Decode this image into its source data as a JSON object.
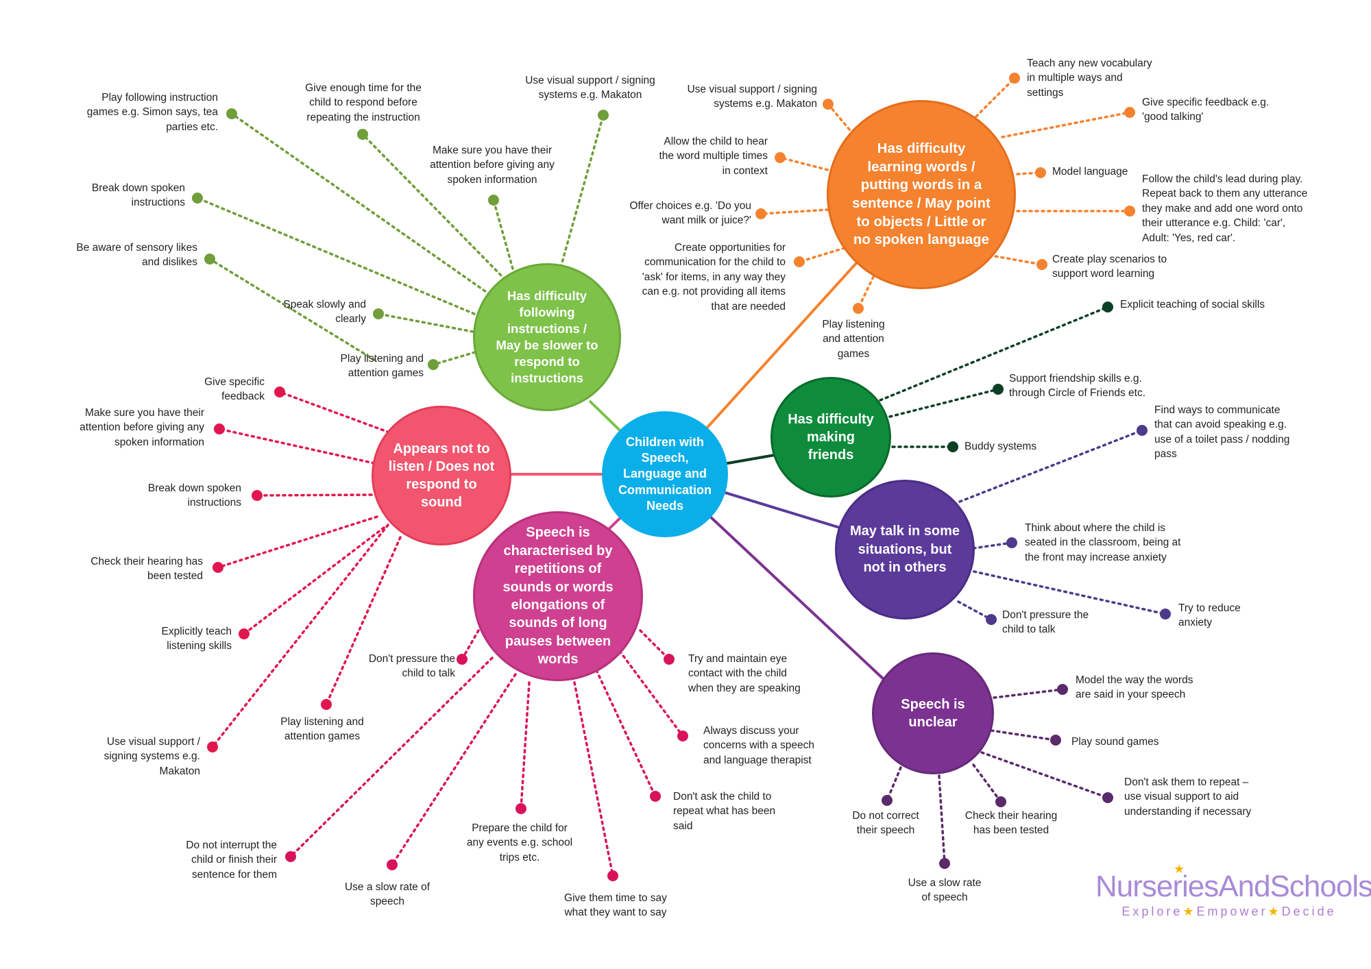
{
  "colors": {
    "center": "#0aaee8",
    "instructions": "#7ec24a",
    "instructions_dot": "#6f9e3a",
    "words": "#f5822f",
    "friends": "#0e8c3c",
    "friends_dot": "#0d3f24",
    "situations": "#5b3a9a",
    "situations_dot": "#4d3a8a",
    "unclear": "#7c3290",
    "unclear_dot": "#5a2a6a",
    "listen": "#f2566f",
    "listen_dot": "#e2164e",
    "speech": "#cf4090",
    "speech_dot": "#d9135b"
  },
  "center": {
    "label": "Children with Speech, Language and Communication Needs"
  },
  "branches": {
    "instructions": {
      "label": "Has difficulty following instructions / May be slower to respond to instructions",
      "items": [
        "Play following instruction games e.g. Simon says, tea parties etc.",
        "Give enough time for the child to respond before repeating the instruction",
        "Use visual support / signing systems e.g. Makaton",
        "Make sure you have their attention before giving any spoken information",
        "Break down spoken instructions",
        "Be aware of sensory likes and dislikes",
        "Speak slowly and clearly",
        "Play listening and attention games"
      ]
    },
    "words": {
      "label": "Has difficulty learning words / putting words in a sentence / May point to objects / Little or no spoken language",
      "items": [
        "Teach any new vocabulary in multiple ways and settings",
        "Use visual support / signing systems e.g. Makaton",
        "Give specific feedback e.g. 'good talking'",
        "Allow the child to hear the word multiple times in context",
        "Model language",
        "Offer choices e.g. 'Do you want milk or juice?'",
        "Follow the child's lead during play. Repeat back to them any utterance they make and add one word onto their utterance e.g. Child: 'car', Adult: 'Yes, red car'.",
        "Create opportunities for communication for the child to 'ask' for items, in any way they can e.g. not providing all items that are needed",
        "Create play scenarios to support word learning",
        "Play listening and attention games"
      ]
    },
    "friends": {
      "label": "Has difficulty making friends",
      "items": [
        "Explicit teaching of social skills",
        "Support friendship skills e.g. through Circle of Friends etc.",
        "Buddy systems"
      ]
    },
    "situations": {
      "label": "May talk in some situations, but not in others",
      "items": [
        "Find ways to communicate that can avoid speaking e.g. use of a toilet pass / nodding pass",
        "Think about where the child is seated in the classroom, being at the front may increase anxiety",
        "Try to reduce anxiety",
        "Don't pressure the child to talk"
      ]
    },
    "unclear": {
      "label": "Speech is unclear",
      "items": [
        "Model the way the words are said in your speech",
        "Play sound games",
        "Don't ask them to repeat – use visual support to aid understanding if necessary",
        "Do not correct their speech",
        "Check their hearing has been tested",
        "Use a slow rate of speech"
      ]
    },
    "listen": {
      "label": "Appears not to listen / Does not respond to sound",
      "items": [
        "Give specific feedback",
        "Make sure you have their attention before giving any spoken information",
        "Break down spoken instructions",
        "Check their hearing has been tested",
        "Explicitly teach listening skills",
        "Play listening and attention games",
        "Use visual support / signing systems e.g. Makaton"
      ]
    },
    "speech": {
      "label": "Speech is characterised by repetitions of sounds or words elongations of sounds of long pauses between words",
      "items": [
        "Don't pressure the child to talk",
        "Try and maintain eye contact with the child when they are speaking",
        "Always discuss your concerns with a speech and language therapist",
        "Don't ask the child to repeat what has been said",
        "Prepare the child for any events e.g. school trips etc.",
        "Do not interrupt the child or finish their sentence for them",
        "Use a slow rate of speech",
        "Give them time to say what they want to say"
      ]
    }
  },
  "logo": {
    "name": "NurseriesAndSchools.org",
    "tagline": [
      "Explore",
      "Empower",
      "Decide"
    ],
    "icon": "star-icon"
  }
}
